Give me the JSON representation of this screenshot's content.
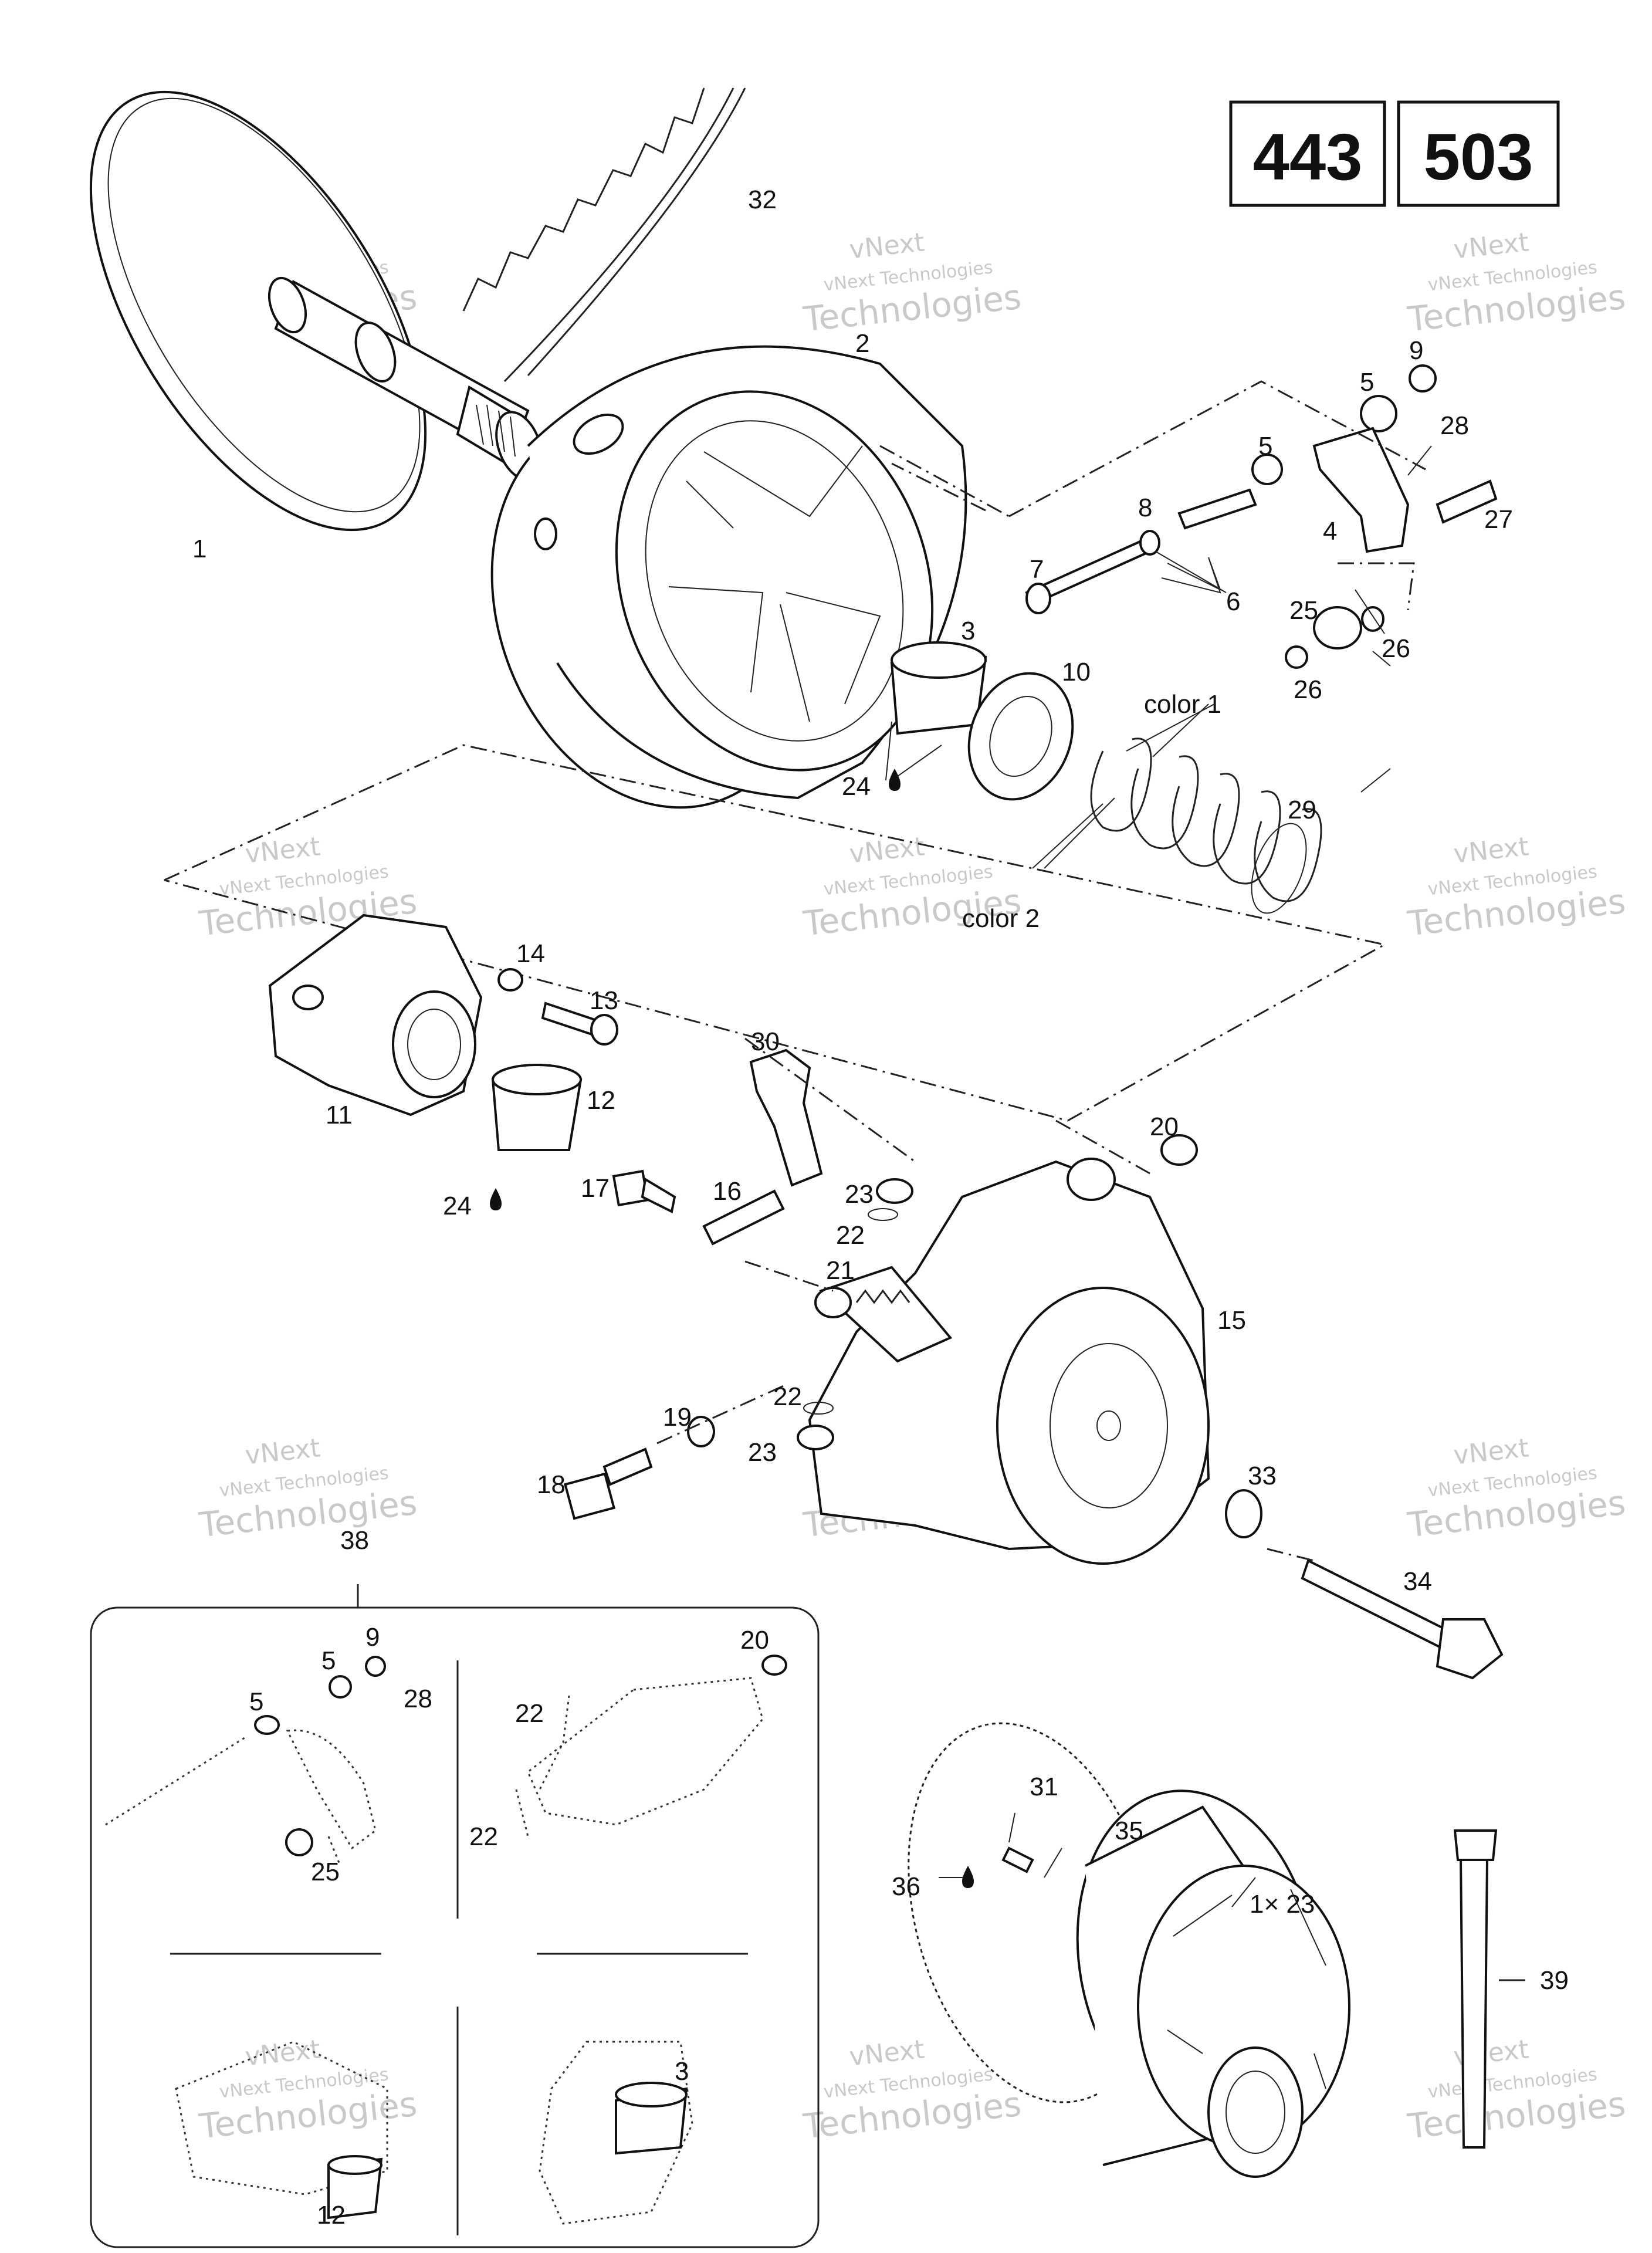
{
  "model_numbers": [
    "443",
    "503"
  ],
  "watermark": {
    "line1": "vNext Technologies",
    "line2": "Technologies",
    "line0": "vNext"
  },
  "labels": {
    "n1": "1",
    "n2": "2",
    "n3": "3",
    "n4": "4",
    "n5a": "5",
    "n5b": "5",
    "n6": "6",
    "n7": "7",
    "n8": "8",
    "n9": "9",
    "n10": "10",
    "n11": "11",
    "n12": "12",
    "n13": "13",
    "n14": "14",
    "n15": "15",
    "n16": "16",
    "n17": "17",
    "n18": "18",
    "n19": "19",
    "n20": "20",
    "n21": "21",
    "n22a": "22",
    "n22b": "22",
    "n23a": "23",
    "n23b": "23",
    "n24a": "24",
    "n24b": "24",
    "n25": "25",
    "n26a": "26",
    "n26b": "26",
    "n27": "27",
    "n28": "28",
    "n29": "29",
    "n30": "30",
    "n31": "31",
    "n32": "32",
    "n33": "33",
    "n34": "34",
    "n35": "35",
    "n36": "36",
    "n38": "38",
    "n39": "39",
    "n1x23": "1× 23",
    "color1": "color 1",
    "color2": "color 2",
    "inset_5a": "5",
    "inset_5b": "5",
    "inset_9": "9",
    "inset_28": "28",
    "inset_25": "25",
    "inset_20": "20",
    "inset_22a": "22",
    "inset_22b": "22",
    "inset_3": "3",
    "inset_12": "12"
  }
}
